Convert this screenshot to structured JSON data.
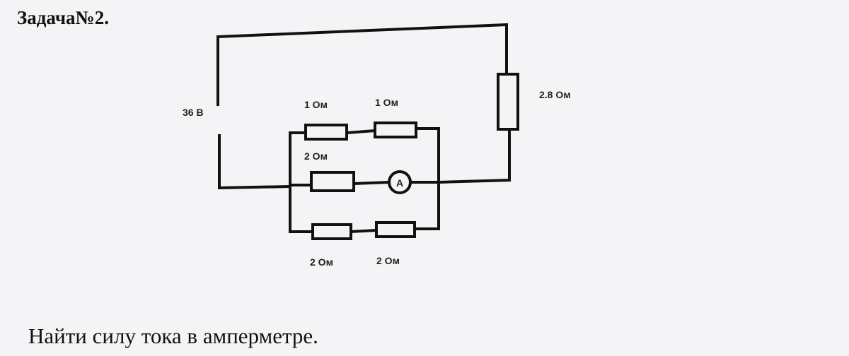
{
  "title": "Задача№2.",
  "question": "Найти силу тока в амперметре.",
  "circuit": {
    "source_label": "36 В",
    "series_resistor_label": "2.8 Ом",
    "top_branch": [
      "1 Ом",
      "1 Ом"
    ],
    "middle_branch_resistor": "2 Ом",
    "ammeter_symbol": "A",
    "bottom_branch": [
      "2 Ом",
      "2 Ом"
    ]
  }
}
